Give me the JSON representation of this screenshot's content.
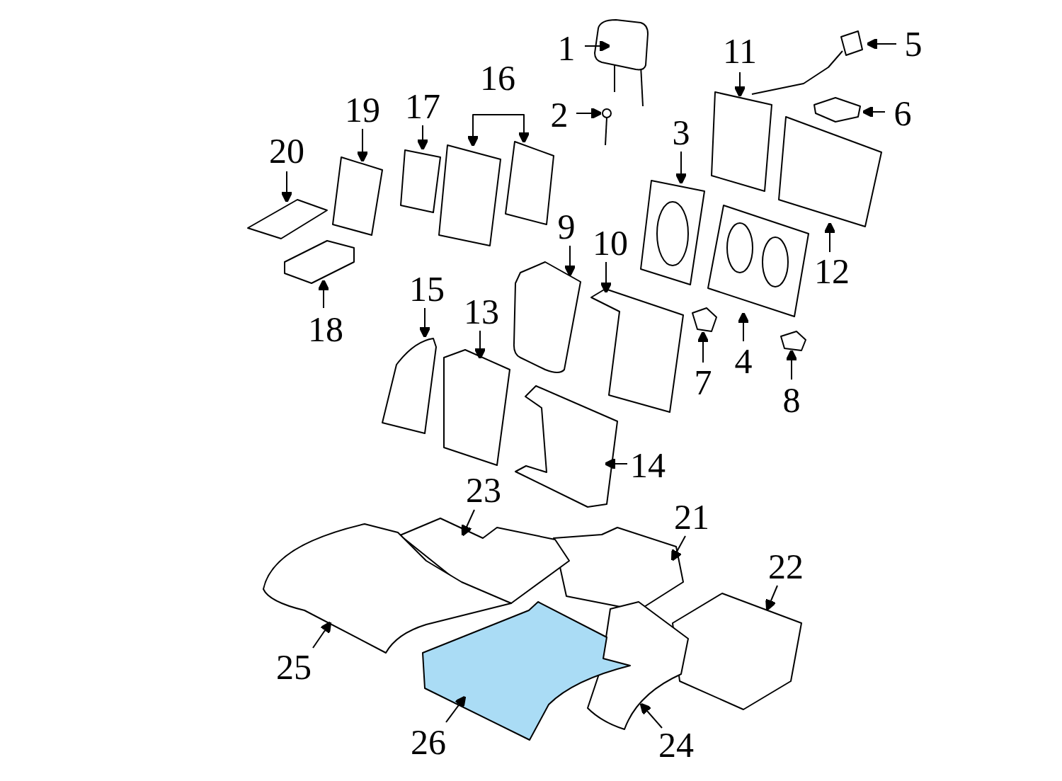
{
  "diagram": {
    "labels": [
      "1",
      "5",
      "11",
      "16",
      "2",
      "6",
      "17",
      "19",
      "3",
      "20",
      "9",
      "10",
      "12",
      "15",
      "13",
      "18",
      "4",
      "7",
      "8",
      "14",
      "23",
      "21",
      "22",
      "25",
      "26",
      "24"
    ]
  }
}
